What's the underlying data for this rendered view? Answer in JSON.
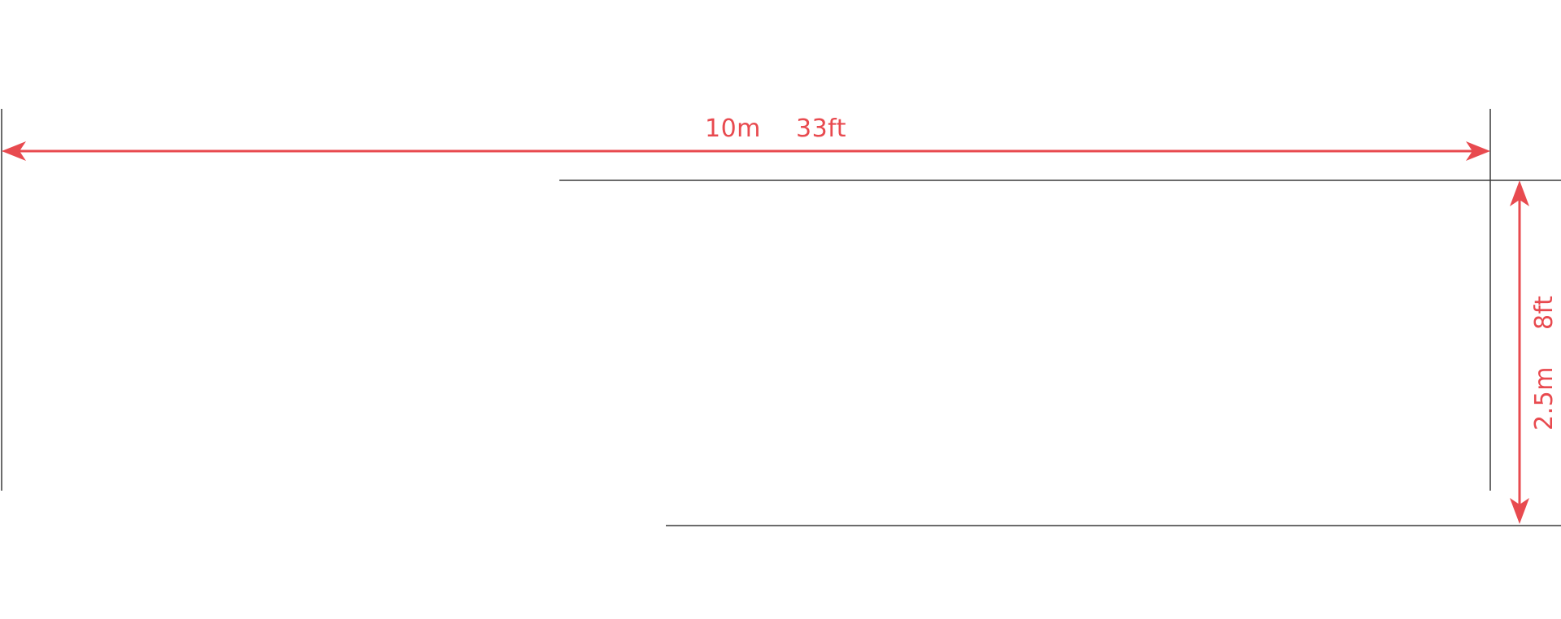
{
  "colors": {
    "dimension": "#e84a4f",
    "line": "#3a3a3a",
    "background": "#ffffff"
  },
  "width_dimension": {
    "metric": "10m",
    "imperial": "33ft"
  },
  "height_dimension": {
    "metric": "2.5m",
    "imperial": "8ft"
  }
}
